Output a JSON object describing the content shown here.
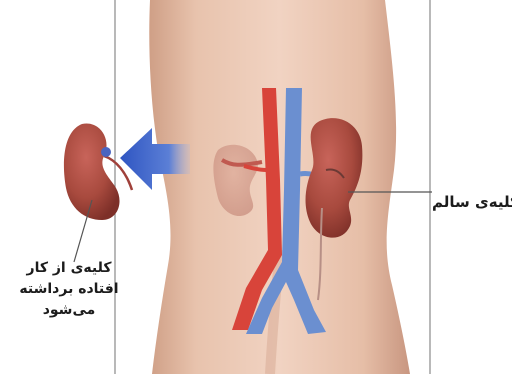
{
  "labels": {
    "healthy_kidney": "کلیه‌ی سالم",
    "removed_kidney": [
      "کلیه‌ی از کار",
      "افتاده برداشته",
      "می‌شود"
    ]
  },
  "colors": {
    "skin": "#e8c3ad",
    "kidney": "#a84a3e",
    "artery": "#d8443a",
    "vein": "#6b8fd0",
    "arrow": "#3f63c6",
    "leader_line": "#555555"
  }
}
